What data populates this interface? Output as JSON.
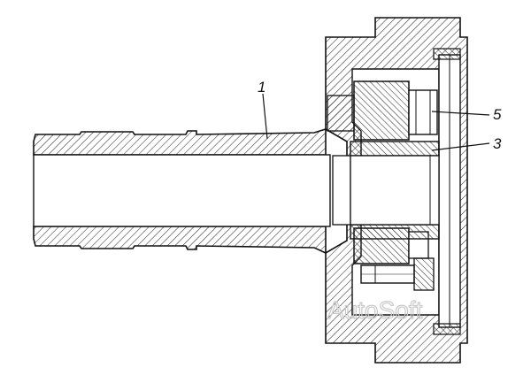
{
  "diagram": {
    "callouts": [
      {
        "id": "1",
        "label": "1"
      },
      {
        "id": "5",
        "label": "5"
      },
      {
        "id": "3",
        "label": "3"
      }
    ],
    "watermark": "AutoSoft"
  }
}
